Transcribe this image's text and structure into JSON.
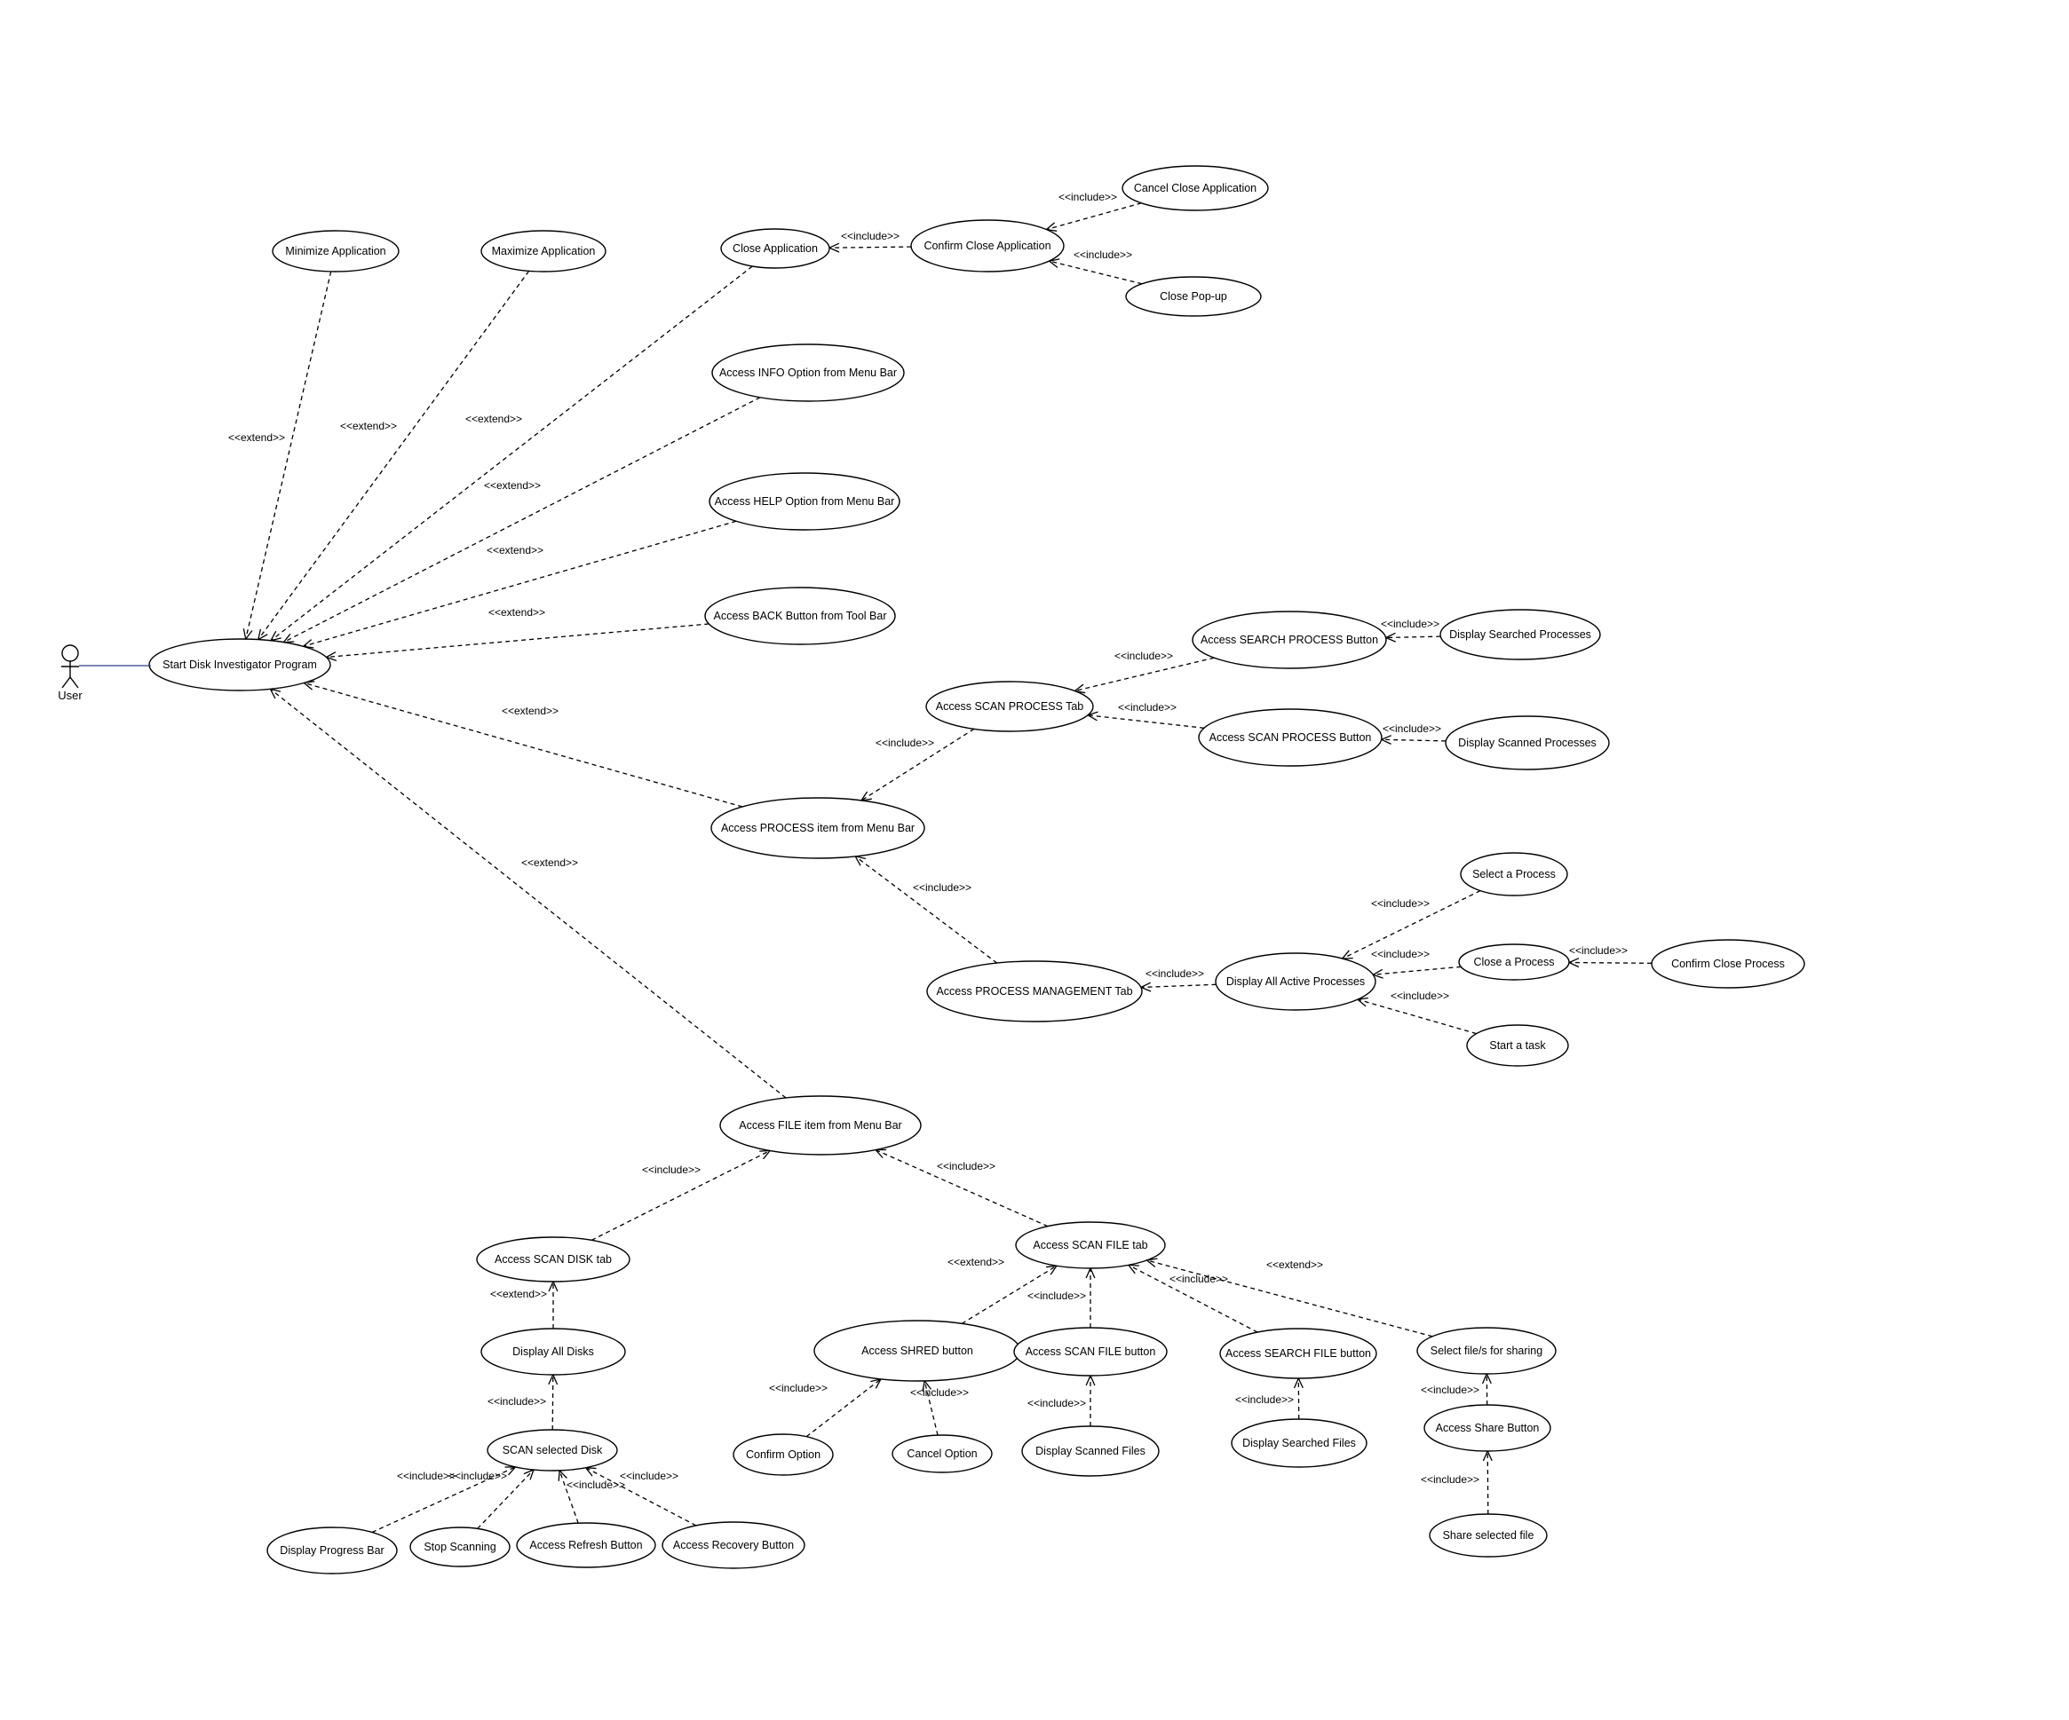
{
  "diagram": {
    "actor": {
      "label": "User"
    },
    "use_cases": [
      {
        "id": "start",
        "label": "Start Disk Investigator Program"
      },
      {
        "id": "minimize",
        "label": "Minimize Application"
      },
      {
        "id": "maximize",
        "label": "Maximize Application"
      },
      {
        "id": "close_app",
        "label": "Close Application"
      },
      {
        "id": "confirm_close_app",
        "label": "Confirm Close Application"
      },
      {
        "id": "cancel_close_app",
        "label": "Cancel Close Application"
      },
      {
        "id": "close_popup",
        "label": "Close Pop-up"
      },
      {
        "id": "info",
        "label": "Access INFO Option from Menu Bar"
      },
      {
        "id": "help",
        "label": "Access HELP Option from Menu Bar"
      },
      {
        "id": "back",
        "label": "Access BACK Button from Tool Bar"
      },
      {
        "id": "search_proc_btn",
        "label": "Access SEARCH PROCESS Button"
      },
      {
        "id": "disp_searched_proc",
        "label": "Display Searched Processes"
      },
      {
        "id": "scan_proc_tab",
        "label": "Access SCAN PROCESS Tab"
      },
      {
        "id": "scan_proc_btn",
        "label": "Access SCAN PROCESS Button"
      },
      {
        "id": "disp_scanned_proc",
        "label": "Display Scanned Processes"
      },
      {
        "id": "process_item",
        "label": "Access PROCESS item from Menu Bar"
      },
      {
        "id": "select_proc",
        "label": "Select a Process"
      },
      {
        "id": "close_proc",
        "label": "Close a Process"
      },
      {
        "id": "confirm_close_proc",
        "label": "Confirm Close Process"
      },
      {
        "id": "disp_active_proc",
        "label": "Display All Active Processes"
      },
      {
        "id": "proc_mgmt_tab",
        "label": "Access PROCESS MANAGEMENT Tab"
      },
      {
        "id": "start_task",
        "label": "Start a task"
      },
      {
        "id": "file_item",
        "label": "Access FILE item from Menu Bar"
      },
      {
        "id": "scan_disk_tab",
        "label": "Access SCAN DISK tab"
      },
      {
        "id": "scan_file_tab",
        "label": "Access SCAN FILE tab"
      },
      {
        "id": "disp_all_disks",
        "label": "Display All Disks"
      },
      {
        "id": "shred_btn",
        "label": "Access SHRED button"
      },
      {
        "id": "scan_file_btn",
        "label": "Access SCAN FILE button"
      },
      {
        "id": "search_file_btn",
        "label": "Access SEARCH FILE button"
      },
      {
        "id": "select_share",
        "label": "Select file/s for sharing"
      },
      {
        "id": "scan_selected_disk",
        "label": "SCAN selected Disk"
      },
      {
        "id": "confirm_option",
        "label": "Confirm Option"
      },
      {
        "id": "cancel_option",
        "label": "Cancel Option"
      },
      {
        "id": "disp_scanned_files",
        "label": "Display Scanned Files"
      },
      {
        "id": "disp_searched_files",
        "label": "Display Searched Files"
      },
      {
        "id": "share_btn",
        "label": "Access Share Button"
      },
      {
        "id": "disp_progress",
        "label": "Display Progress Bar"
      },
      {
        "id": "stop_scanning",
        "label": "Stop Scanning"
      },
      {
        "id": "refresh_btn",
        "label": "Access Refresh Button"
      },
      {
        "id": "recovery_btn",
        "label": "Access Recovery Button"
      },
      {
        "id": "share_selected",
        "label": "Share selected file"
      }
    ],
    "relations": [
      {
        "from": "minimize",
        "to": "start",
        "label": "<<extend>>"
      },
      {
        "from": "maximize",
        "to": "start",
        "label": "<<extend>>"
      },
      {
        "from": "close_app",
        "to": "start",
        "label": "<<extend>>"
      },
      {
        "from": "info",
        "to": "start",
        "label": "<<extend>>"
      },
      {
        "from": "help",
        "to": "start",
        "label": "<<extend>>"
      },
      {
        "from": "back",
        "to": "start",
        "label": "<<extend>>"
      },
      {
        "from": "process_item",
        "to": "start",
        "label": "<<extend>>"
      },
      {
        "from": "file_item",
        "to": "start",
        "label": "<<extend>>"
      },
      {
        "from": "confirm_close_app",
        "to": "close_app",
        "label": "<<include>>"
      },
      {
        "from": "cancel_close_app",
        "to": "confirm_close_app",
        "label": "<<include>>"
      },
      {
        "from": "close_popup",
        "to": "confirm_close_app",
        "label": "<<include>>"
      },
      {
        "from": "search_proc_btn",
        "to": "scan_proc_tab",
        "label": "<<include>>"
      },
      {
        "from": "disp_searched_proc",
        "to": "search_proc_btn",
        "label": "<<include>>"
      },
      {
        "from": "scan_proc_btn",
        "to": "scan_proc_tab",
        "label": "<<include>>"
      },
      {
        "from": "disp_scanned_proc",
        "to": "scan_proc_btn",
        "label": "<<include>>"
      },
      {
        "from": "scan_proc_tab",
        "to": "process_item",
        "label": "<<include>>"
      },
      {
        "from": "proc_mgmt_tab",
        "to": "process_item",
        "label": "<<include>>"
      },
      {
        "from": "disp_active_proc",
        "to": "proc_mgmt_tab",
        "label": "<<include>>"
      },
      {
        "from": "select_proc",
        "to": "disp_active_proc",
        "label": "<<include>>"
      },
      {
        "from": "close_proc",
        "to": "disp_active_proc",
        "label": "<<include>>"
      },
      {
        "from": "confirm_close_proc",
        "to": "close_proc",
        "label": "<<include>>"
      },
      {
        "from": "start_task",
        "to": "disp_active_proc",
        "label": "<<include>>"
      },
      {
        "from": "scan_disk_tab",
        "to": "file_item",
        "label": "<<include>>"
      },
      {
        "from": "scan_file_tab",
        "to": "file_item",
        "label": "<<include>>"
      },
      {
        "from": "disp_all_disks",
        "to": "scan_disk_tab",
        "label": "<<extend>>"
      },
      {
        "from": "scan_selected_disk",
        "to": "disp_all_disks",
        "label": "<<include>>"
      },
      {
        "from": "disp_progress",
        "to": "scan_selected_disk",
        "label": "<<include>>"
      },
      {
        "from": "stop_scanning",
        "to": "scan_selected_disk",
        "label": "<<include>>"
      },
      {
        "from": "refresh_btn",
        "to": "scan_selected_disk",
        "label": "<<include>>"
      },
      {
        "from": "recovery_btn",
        "to": "scan_selected_disk",
        "label": "<<include>>"
      },
      {
        "from": "shred_btn",
        "to": "scan_file_tab",
        "label": "<<extend>>"
      },
      {
        "from": "scan_file_btn",
        "to": "scan_file_tab",
        "label": "<<include>>"
      },
      {
        "from": "search_file_btn",
        "to": "scan_file_tab",
        "label": "<<include>>"
      },
      {
        "from": "select_share",
        "to": "scan_file_tab",
        "label": "<<extend>>"
      },
      {
        "from": "confirm_option",
        "to": "shred_btn",
        "label": "<<include>>"
      },
      {
        "from": "cancel_option",
        "to": "shred_btn",
        "label": "<<include>>"
      },
      {
        "from": "disp_scanned_files",
        "to": "scan_file_btn",
        "label": "<<include>>"
      },
      {
        "from": "disp_searched_files",
        "to": "search_file_btn",
        "label": "<<include>>"
      },
      {
        "from": "share_btn",
        "to": "select_share",
        "label": "<<include>>"
      },
      {
        "from": "share_selected",
        "to": "share_btn",
        "label": "<<include>>"
      }
    ]
  }
}
